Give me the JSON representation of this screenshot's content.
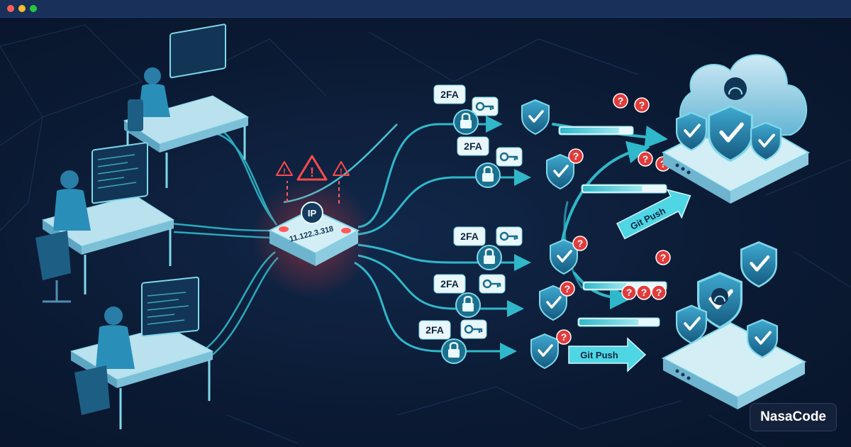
{
  "colors": {
    "background": "#0b1a33",
    "line": "#2fb8c9",
    "line_light": "#4fd6e4",
    "shield": "#1d6f95",
    "warning": "#e23b3b",
    "desk": "#b9e1ee",
    "server": "#d4eef6"
  },
  "router": {
    "icon": "ip-icon",
    "label": "IP",
    "address": "11.122.3.318"
  },
  "warning": {
    "icon": "warning-triangle-icon",
    "mark": "!"
  },
  "auth": {
    "label": "2FA",
    "icons": [
      "lock-icon",
      "key-icon",
      "shield-check-icon"
    ]
  },
  "alert": {
    "icon": "question-badge-icon",
    "mark": "?"
  },
  "pushes": [
    {
      "label": "Git Push"
    },
    {
      "label": "Git Push"
    }
  ],
  "progress": [
    0.82,
    0.72,
    0.52,
    0.75
  ],
  "brand": {
    "name": "NasaCode"
  }
}
